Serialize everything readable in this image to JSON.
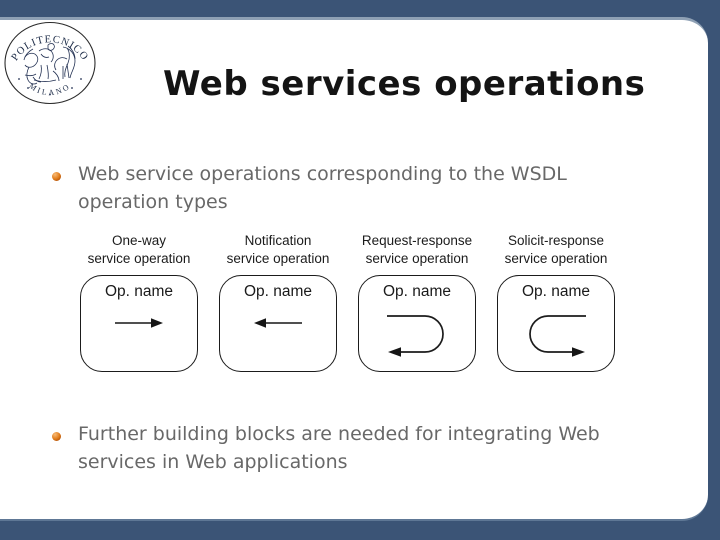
{
  "slide": {
    "title": "Web services operations",
    "logo": {
      "arc_text_top": "POLITECNICO",
      "arc_text_bottom": "MILANO"
    },
    "bullets": [
      {
        "lines": [
          "Web service operations corresponding to the WSDL",
          "operation types"
        ]
      },
      {
        "lines": [
          "Further building blocks are needed for integrating Web",
          "services in Web applications"
        ]
      }
    ],
    "diagram": {
      "operations": [
        {
          "label_lines": [
            "One-way",
            "service operation"
          ],
          "box_label": "Op. name",
          "arrow": "arrow-right"
        },
        {
          "label_lines": [
            "Notification",
            "service operation"
          ],
          "box_label": "Op. name",
          "arrow": "arrow-left"
        },
        {
          "label_lines": [
            "Request-response",
            "service operation"
          ],
          "box_label": "Op. name",
          "arrow": "arrow-u-turn-left"
        },
        {
          "label_lines": [
            "Solicit-response",
            "service operation"
          ],
          "box_label": "Op. name",
          "arrow": "arrow-u-turn-right"
        }
      ]
    },
    "colors": {
      "frame": "#3b5476",
      "accent_line": "#8ea0b4",
      "bullet_orange": "#e07b1a",
      "body_text": "#686868",
      "title_text": "#141414"
    }
  }
}
